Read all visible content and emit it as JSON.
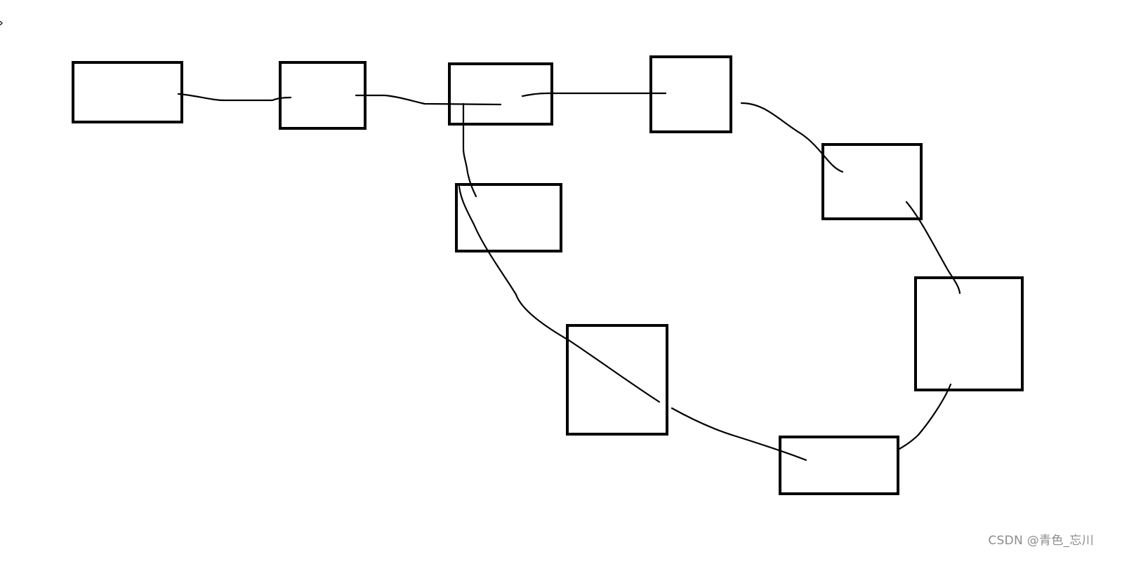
{
  "diagram": {
    "type": "linked-list-with-cycle",
    "node_count": 9,
    "nodes": [
      {
        "id": "n1"
      },
      {
        "id": "n2"
      },
      {
        "id": "n3"
      },
      {
        "id": "n4"
      },
      {
        "id": "n5"
      },
      {
        "id": "n6"
      },
      {
        "id": "n7"
      },
      {
        "id": "n8"
      },
      {
        "id": "n9"
      }
    ],
    "edges": [
      {
        "from": "n1",
        "to": "n2"
      },
      {
        "from": "n2",
        "to": "n3"
      },
      {
        "from": "n3",
        "to": "n4"
      },
      {
        "from": "n4",
        "to": "n5"
      },
      {
        "from": "n5",
        "to": "n6"
      },
      {
        "from": "n6",
        "to": "n7"
      },
      {
        "from": "n7",
        "to": "n8"
      },
      {
        "from": "n8",
        "to": "n9"
      },
      {
        "from": "n9",
        "to": "n3"
      }
    ],
    "colors": {
      "stroke": "#000000",
      "background": "#ffffff",
      "watermark": "#8c8c8c"
    }
  },
  "watermark": {
    "text": "CSDN @青色_忘川"
  }
}
